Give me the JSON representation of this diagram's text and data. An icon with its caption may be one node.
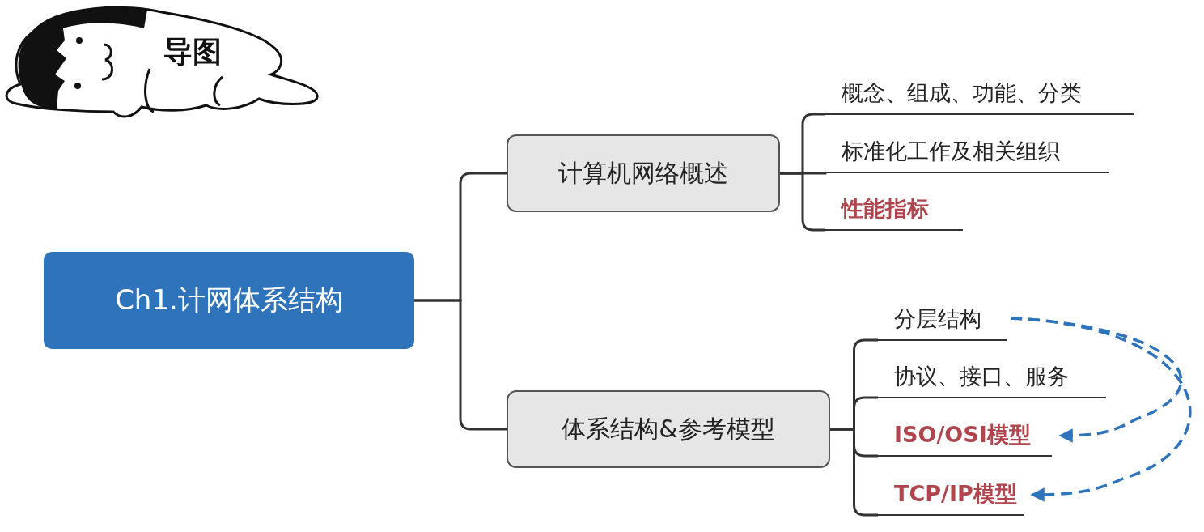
{
  "diagram": {
    "nodes": [
      {
        "text": [
          "Ch1.计网体系结构"
        ]
      },
      {
        "text": [
          "计算机网络概述"
        ]
      },
      {
        "text": [
          "概念、组成、功能、分类"
        ]
      },
      {
        "text": [
          "标准化工作及相关组织"
        ]
      },
      {
        "text": [
          "性能指标"
        ]
      },
      {
        "text": [
          "体系结构&参考模型"
        ]
      },
      {
        "text": [
          "分层结构"
        ]
      },
      {
        "text": [
          "协议、接口、服务"
        ]
      },
      {
        "text": [
          "ISO/OSI模型"
        ]
      },
      {
        "text": [
          "TCP/IP模型"
        ]
      }
    ],
    "edges": [
      {
        "from": 0,
        "to": 1,
        "arrow": "none"
      },
      {
        "from": 0,
        "to": 5,
        "arrow": "none"
      },
      {
        "from": 1,
        "to": 2,
        "arrow": "none"
      },
      {
        "from": 1,
        "to": 3,
        "arrow": "none"
      },
      {
        "from": 1,
        "to": 4,
        "arrow": "none"
      },
      {
        "from": 5,
        "to": 6,
        "arrow": "none"
      },
      {
        "from": 5,
        "to": 7,
        "arrow": "none"
      },
      {
        "from": 5,
        "to": 8,
        "arrow": "none"
      },
      {
        "from": 5,
        "to": 9,
        "arrow": "none"
      },
      {
        "from": 6,
        "to": 8,
        "arrow": "to",
        "style": "dashed",
        "color": "#2f73ba"
      },
      {
        "from": 6,
        "to": 9,
        "arrow": "to",
        "style": "dashed",
        "color": "#2f73ba"
      }
    ],
    "labels": [
      "导图"
    ]
  }
}
